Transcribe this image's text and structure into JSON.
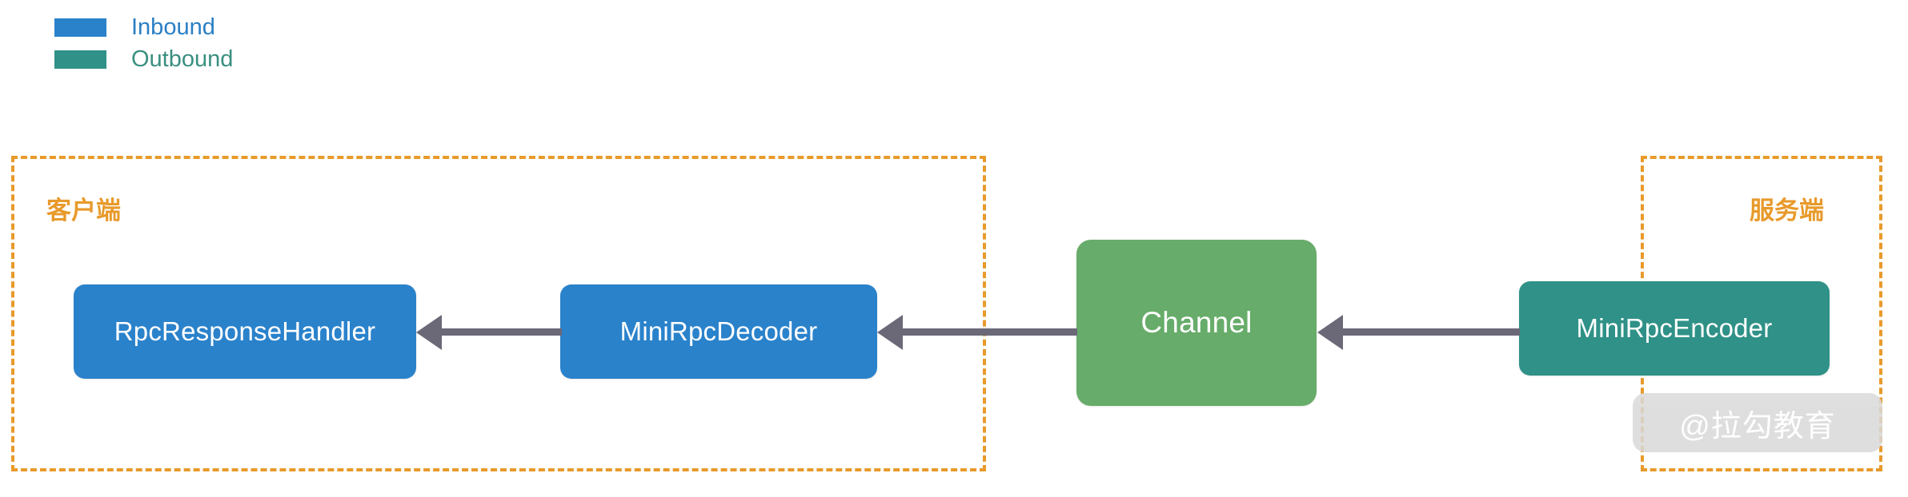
{
  "legend": {
    "items": [
      {
        "label": "Inbound",
        "color": "#2a82cb",
        "text_color": "#2a7fc4"
      },
      {
        "label": "Outbound",
        "color": "#2f9187",
        "text_color": "#3a8f80"
      }
    ]
  },
  "zones": [
    {
      "name": "client",
      "label": "客户端",
      "border_color": "#e89a2b"
    },
    {
      "name": "server",
      "label": "服务端",
      "border_color": "#e89a2b"
    }
  ],
  "nodes": [
    {
      "id": "rpc-response-handler",
      "label": "RpcResponseHandler",
      "color": "#2a82cb",
      "direction": "Inbound"
    },
    {
      "id": "mini-rpc-decoder",
      "label": "MiniRpcDecoder",
      "color": "#2a82cb",
      "direction": "Inbound"
    },
    {
      "id": "channel",
      "label": "Channel",
      "color": "#67ac6a",
      "direction": ""
    },
    {
      "id": "mini-rpc-encoder",
      "label": "MiniRpcEncoder",
      "color": "#2f9187",
      "direction": "Outbound"
    }
  ],
  "arrows": [
    {
      "from": "mini-rpc-decoder",
      "to": "rpc-response-handler",
      "color": "#6b6878",
      "direction": "left"
    },
    {
      "from": "channel",
      "to": "mini-rpc-decoder",
      "color": "#6b6878",
      "direction": "left"
    },
    {
      "from": "mini-rpc-encoder",
      "to": "channel",
      "color": "#6b6878",
      "direction": "left"
    }
  ],
  "watermark": {
    "text": "@拉勾教育"
  },
  "chart_data": {
    "type": "diagram",
    "title": "",
    "legend": [
      "Inbound",
      "Outbound"
    ],
    "flow": [
      "MiniRpcEncoder -> Channel",
      "Channel -> MiniRpcDecoder",
      "MiniRpcDecoder -> RpcResponseHandler"
    ]
  }
}
